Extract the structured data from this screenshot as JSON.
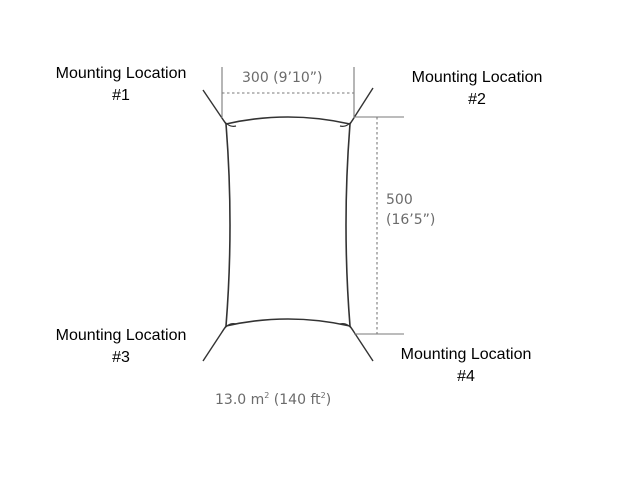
{
  "mounting_locations": [
    {
      "name": "Mounting Location",
      "number": "#1"
    },
    {
      "name": "Mounting Location",
      "number": "#2"
    },
    {
      "name": "Mounting Location",
      "number": "#3"
    },
    {
      "name": "Mounting Location",
      "number": "#4"
    }
  ],
  "dimensions": {
    "width": "300 (9’10”)",
    "length_cm": "500",
    "length_ft": "(16’5”)"
  },
  "area": {
    "metric_value": "13.0 m",
    "metric_exp": "2",
    "imperial_open": " (140 ft",
    "imperial_exp": "2",
    "imperial_close": ")"
  },
  "colors": {
    "shade_outline": "#333333",
    "dimension_line": "#7a7a7a",
    "dimension_text": "#6b6b6b",
    "label_text": "#000000"
  }
}
